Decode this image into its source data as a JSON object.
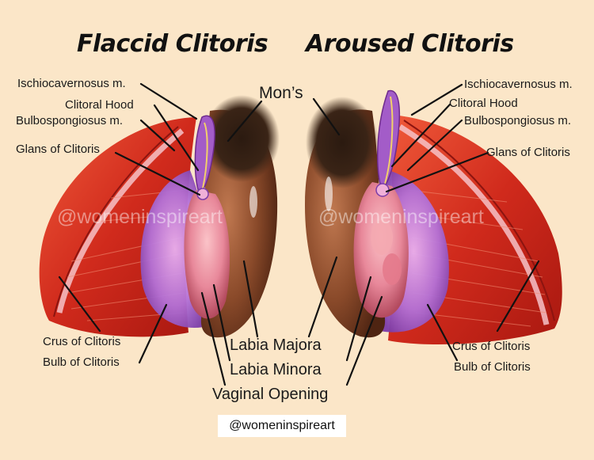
{
  "titles": {
    "left": "Flaccid Clitoris",
    "right": "Aroused Clitoris"
  },
  "labels": {
    "mons": "Mon’s",
    "left": {
      "ischiocavernosus": "Ischiocavernosus m.",
      "clitoral_hood": "Clitoral Hood",
      "bulbospongiosus": "Bulbospongiosus m.",
      "glans": "Glans of Clitoris",
      "crus": "Crus of Clitoris",
      "bulb": "Bulb of Clitoris"
    },
    "right": {
      "ischiocavernosus": "Ischiocavernosus m.",
      "clitoral_hood": "Clitoral Hood",
      "bulbospongiosus": "Bulbospongiosus m.",
      "glans": "Glans of Clitoris",
      "crus": "Crus of Clitoris",
      "bulb": "Bulb of Clitoris"
    },
    "center": {
      "labia_majora": "Labia Majora",
      "labia_minora": "Labia Minora",
      "vaginal_opening": "Vaginal Opening"
    }
  },
  "watermark": "@womeninspireart",
  "credit": "@womeninspireart",
  "colors": {
    "background": "#fbe6c8",
    "muscle": "#d42a1e",
    "skin": "#8a4a2a",
    "bulb": "#b070d0",
    "tissue": "#e8889a"
  }
}
